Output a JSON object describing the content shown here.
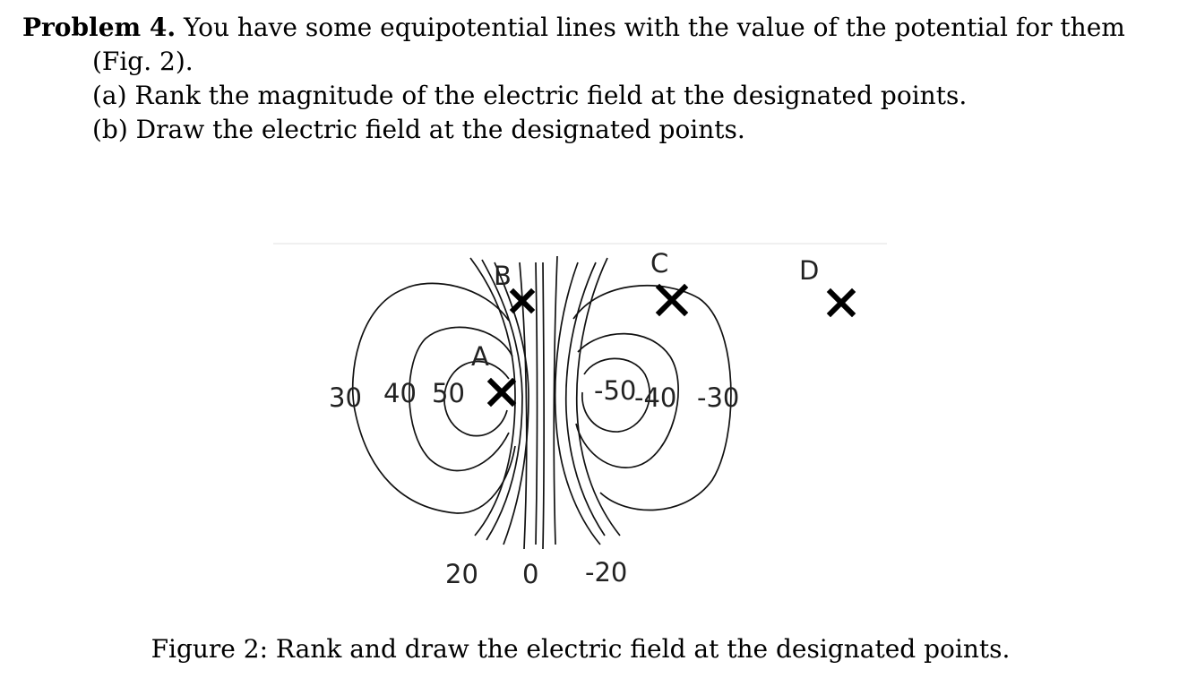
{
  "problem": {
    "heading": "Problem 4.",
    "intro": "You have some equipotential lines with the value of the potential for them",
    "intro_cont": "(Fig. 2).",
    "part_a": "(a) Rank the magnitude of the electric field at the designated points.",
    "part_b": "(b) Draw the electric field at the designated points."
  },
  "figure": {
    "point_labels": [
      "A",
      "B",
      "C",
      "D"
    ],
    "potential_labels": {
      "p30": "30",
      "p40": "40",
      "p50": "50",
      "m50": "-50",
      "m40": "-40",
      "m30": "-30",
      "p20": "20",
      "zero": "0",
      "m20": "-20"
    },
    "caption": "Figure 2: Rank and draw the electric field at the designated points."
  }
}
